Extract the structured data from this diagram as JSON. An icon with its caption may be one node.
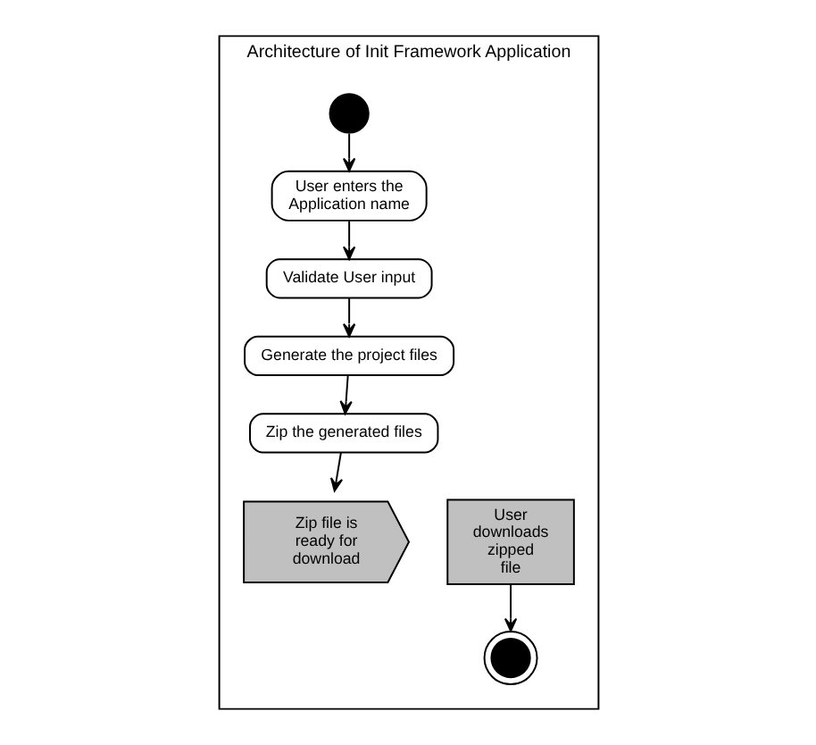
{
  "diagram": {
    "nodes": [
      {
        "text": [
          "Architecture of Init Framework Application"
        ]
      },
      {
        "text": [],
        "shape": "circle",
        "in": 0
      },
      {
        "text": [
          "User enters the Application name"
        ],
        "in": 0
      },
      {
        "text": [
          "Validate User input"
        ],
        "in": 0
      },
      {
        "text": [
          "Generate the project files"
        ],
        "in": 0
      },
      {
        "text": [
          "Zip the generated files"
        ],
        "in": 0
      },
      {
        "text": [
          "Zip file is ready for download"
        ],
        "in": 0
      },
      {
        "text": [
          "User downloads zipped file"
        ],
        "in": 0
      },
      {
        "text": [],
        "shape": "circle",
        "in": 0
      }
    ],
    "edges": [
      {
        "from": 1,
        "to": 2,
        "arrow": "to"
      },
      {
        "from": 2,
        "to": 3,
        "arrow": "to"
      },
      {
        "from": 3,
        "to": 4,
        "arrow": "to"
      },
      {
        "from": 4,
        "to": 5,
        "arrow": "to"
      },
      {
        "from": 5,
        "to": 6,
        "arrow": "to"
      },
      {
        "from": 7,
        "to": 8,
        "arrow": "to"
      }
    ]
  }
}
